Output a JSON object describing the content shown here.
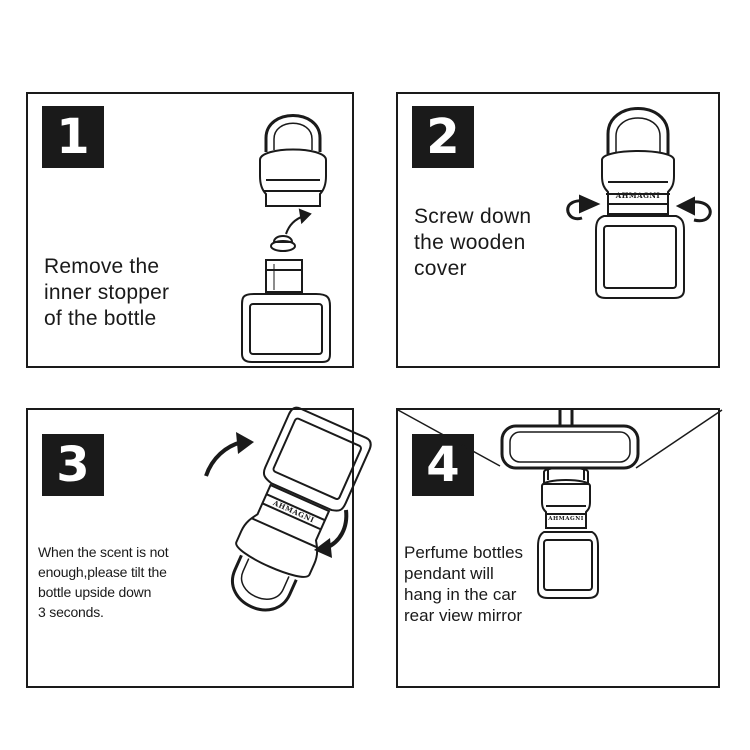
{
  "steps": [
    {
      "number": "1",
      "text": "Remove the\ninner stopper\nof the bottle"
    },
    {
      "number": "2",
      "text": "Screw down\nthe wooden\ncover"
    },
    {
      "number": "3",
      "text": "When the scent is not\nenough,please tilt the\nbottle upside down\n3 seconds."
    },
    {
      "number": "4",
      "text": "Perfume bottles\npendant will\nhang in the car\nrear view mirror"
    }
  ],
  "brand_label": "AHMAGNI",
  "colors": {
    "ink": "#1a1a1a",
    "background": "#ffffff"
  }
}
